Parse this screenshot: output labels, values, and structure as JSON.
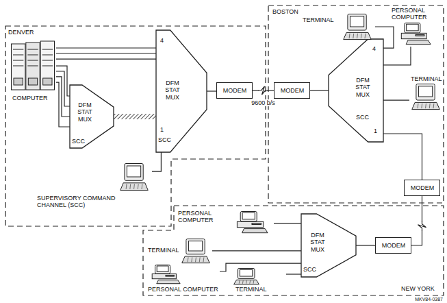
{
  "diagram": {
    "nodes": [
      {
        "text": [
          "DENVER"
        ]
      },
      {
        "text": [
          "COMPUTER"
        ],
        "in": 0
      },
      {
        "text": [
          "DFM STAT MUX",
          "SCC"
        ],
        "in": 0
      },
      {
        "text": [
          "4",
          "DFM STAT MUX",
          "1",
          "SCC"
        ],
        "in": 0
      },
      {
        "text": [
          "MODEM"
        ],
        "in": 0
      },
      {
        "text": [
          "SUPERVISORY COMMAND CHANNEL (SCC)"
        ],
        "in": 0
      },
      {
        "text": [
          "BOSTON"
        ]
      },
      {
        "text": [
          "MODEM"
        ],
        "in": 6
      },
      {
        "text": [
          "4",
          "DFM STAT MUX",
          "1",
          "SCC"
        ],
        "in": 6
      },
      {
        "text": [
          "TERMINAL"
        ],
        "in": 6
      },
      {
        "text": [
          "PERSONAL COMPUTER"
        ],
        "in": 6
      },
      {
        "text": [
          "TERMINAL"
        ],
        "in": 6
      },
      {
        "text": [
          "MODEM"
        ],
        "in": 6
      },
      {
        "text": [
          "NEW YORK"
        ]
      },
      {
        "text": [
          "PERSONAL COMPUTER"
        ],
        "in": 13
      },
      {
        "text": [
          "TERMINAL"
        ],
        "in": 13
      },
      {
        "text": [
          "DFM STAT MUX",
          "SCC"
        ],
        "in": 13
      },
      {
        "text": [
          "MODEM"
        ],
        "in": 13
      },
      {
        "text": [
          "PERSONAL COMPUTER"
        ],
        "in": 13
      },
      {
        "text": [
          "TERMINAL"
        ],
        "in": 13
      }
    ],
    "edges": [
      {
        "from": 1,
        "to": 3,
        "arrow": "none"
      },
      {
        "from": 1,
        "to": 3,
        "arrow": "none"
      },
      {
        "from": 1,
        "to": 3,
        "arrow": "none"
      },
      {
        "from": 1,
        "to": 2,
        "arrow": "none"
      },
      {
        "from": 1,
        "to": 2,
        "arrow": "none"
      },
      {
        "from": 1,
        "to": 2,
        "arrow": "none"
      },
      {
        "from": 1,
        "to": 2,
        "arrow": "none"
      },
      {
        "from": 2,
        "to": 3,
        "arrow": "none"
      },
      {
        "from": 5,
        "to": 3,
        "arrow": "none"
      },
      {
        "from": 3,
        "to": 4,
        "arrow": "none"
      },
      {
        "from": 4,
        "to": 7,
        "label": "9600 b/s",
        "arrow": "none"
      },
      {
        "from": 7,
        "to": 8,
        "arrow": "none"
      },
      {
        "from": 9,
        "to": 8,
        "arrow": "none"
      },
      {
        "from": 10,
        "to": 8,
        "arrow": "none"
      },
      {
        "from": 11,
        "to": 8,
        "arrow": "none"
      },
      {
        "from": 8,
        "to": 12,
        "arrow": "none"
      },
      {
        "from": 12,
        "to": 17,
        "arrow": "none"
      },
      {
        "from": 17,
        "to": 16,
        "arrow": "none"
      },
      {
        "from": 14,
        "to": 16,
        "arrow": "none"
      },
      {
        "from": 15,
        "to": 16,
        "arrow": "none"
      },
      {
        "from": 18,
        "to": 16,
        "arrow": "none"
      },
      {
        "from": 19,
        "to": 16,
        "arrow": "none"
      }
    ],
    "labels": [
      "MKV84-0387"
    ]
  }
}
